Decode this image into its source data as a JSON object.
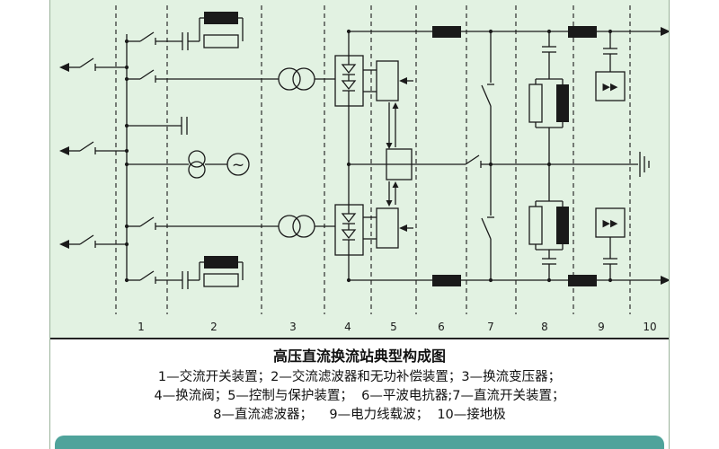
{
  "caption": {
    "title": "高压直流换流站典型构成图",
    "lines": [
      "1—交流开关装置；2—交流滤波器和无功补偿装置；3—换流变压器；",
      "4—换流阀；5—控制与保护装置；  6—平波电抗器;7—直流开关装置；",
      "8—直流滤波器；    9—电力线载波；  10—接地极"
    ]
  },
  "diagram": {
    "zone_numbers": [
      "1",
      "2",
      "3",
      "4",
      "5",
      "6",
      "7",
      "8",
      "9",
      "10"
    ],
    "plc_symbol": "▶▶",
    "sine_symbol": "~"
  },
  "colors": {
    "diagram_background": "#e2f2e2",
    "line": "#1a1a1a",
    "caption_background": "#ffffff",
    "footer_bar": "#4fa39b"
  }
}
